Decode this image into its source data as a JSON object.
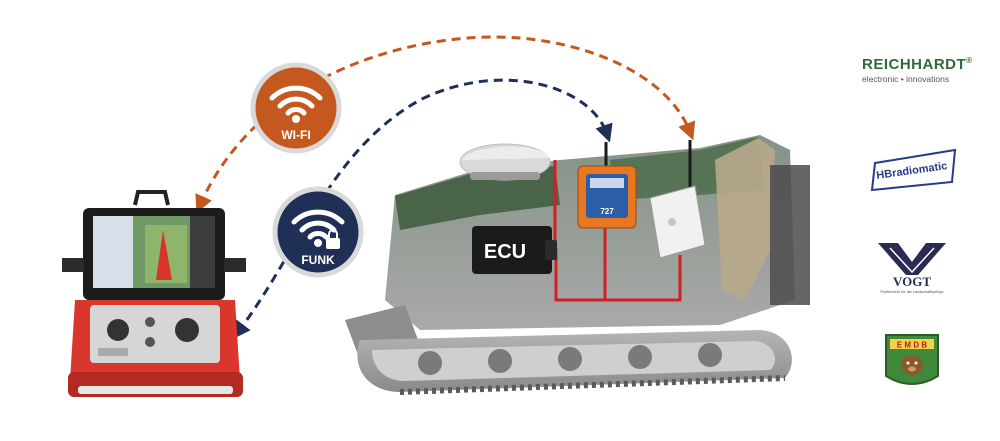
{
  "badges": {
    "wifi": {
      "label": "WI-FI",
      "color": "#c4581e"
    },
    "funk": {
      "label": "FUNK",
      "color": "#1f2f56"
    }
  },
  "ecu": {
    "label": "ECU"
  },
  "remote_receiver": {
    "model_label": "727"
  },
  "links": {
    "wifi_link_color": "#c4581e",
    "funk_link_color": "#1f2f56",
    "wiring_color": "#d11f26"
  },
  "brands": {
    "reichhardt": {
      "name": "REICHHARDT",
      "reg": "®",
      "tagline": "electronic • innovations"
    },
    "hb": {
      "name": "HBradiomatic"
    },
    "vogt": {
      "name": "VOGT",
      "tagline": "Profitechnik für die Landschaftspflege"
    },
    "emdb": {
      "name": "E M D B"
    }
  }
}
